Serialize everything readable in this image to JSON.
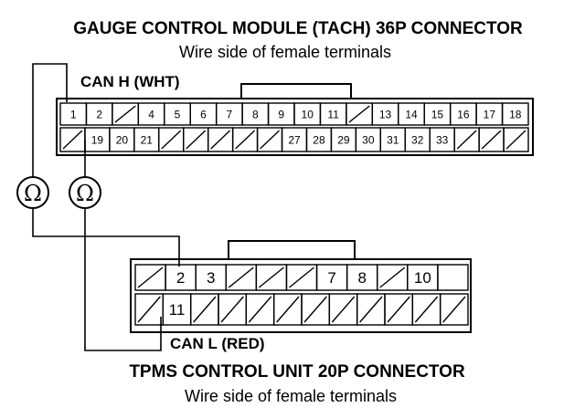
{
  "gauge": {
    "title": "GAUGE CONTROL MODULE (TACH) 36P CONNECTOR",
    "subtitle": "Wire side of female terminals",
    "probe_label": "CAN H (WHT)",
    "rows": [
      [
        "1",
        "2",
        "/",
        "4",
        "5",
        "6",
        "7",
        "8",
        "9",
        "10",
        "11",
        "/",
        "13",
        "14",
        "15",
        "16",
        "17",
        "18"
      ],
      [
        "/",
        "19",
        "20",
        "21",
        "/",
        "/",
        "/",
        "/",
        "/",
        "27",
        "28",
        "29",
        "30",
        "31",
        "32",
        "33",
        "/",
        "/",
        "/"
      ]
    ]
  },
  "tpms": {
    "title": "TPMS CONTROL UNIT 20P CONNECTOR",
    "subtitle": "Wire side of female terminals",
    "probe_label": "CAN L (RED)",
    "rows": [
      [
        "/",
        "2",
        "3",
        "/",
        "/",
        "/",
        "7",
        "8",
        "/",
        "10",
        ""
      ],
      [
        "/",
        "11",
        "/",
        "/",
        "/",
        "/",
        "/",
        "/",
        "/",
        "/",
        "/",
        "/"
      ]
    ]
  },
  "meter_symbol": "Ω"
}
